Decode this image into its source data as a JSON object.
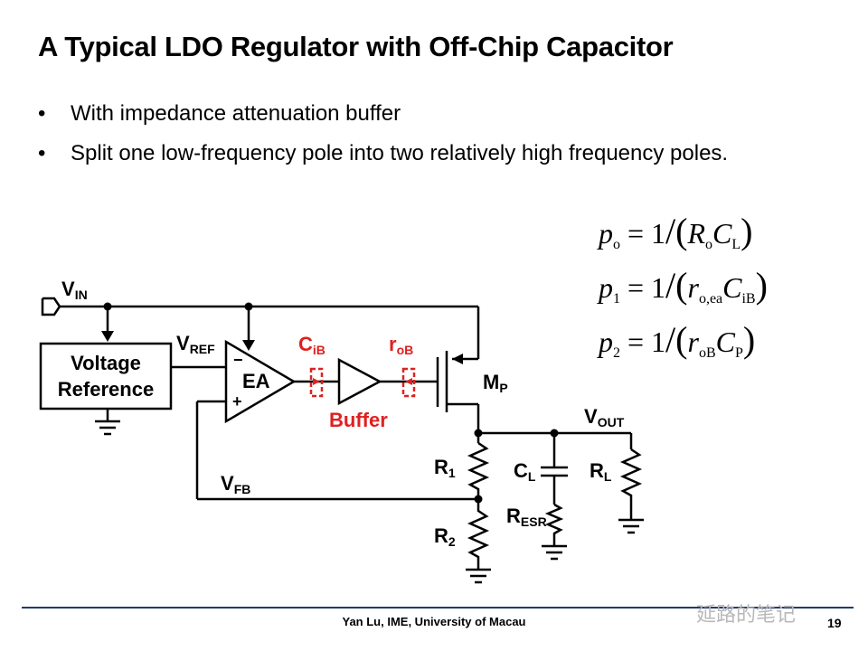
{
  "title": "A Typical LDO Regulator with Off-Chip Capacitor",
  "bullets": [
    "With impedance attenuation buffer",
    "Split one low-frequency pole into two relatively high frequency poles."
  ],
  "equations": {
    "p0": {
      "lhs_main": "p",
      "lhs_sub": "o",
      "one": "1",
      "r_main": "R",
      "r_sub": "o",
      "c_main": "C",
      "c_sub": "L"
    },
    "p1": {
      "lhs_main": "p",
      "lhs_sub": "1",
      "one": "1",
      "r_main": "r",
      "r_sub": "o,ea",
      "c_main": "C",
      "c_sub": "iB"
    },
    "p2": {
      "lhs_main": "p",
      "lhs_sub": "2",
      "one": "1",
      "r_main": "r",
      "r_sub": "oB",
      "c_main": "C",
      "c_sub": "P"
    }
  },
  "circuit": {
    "vin": {
      "main": "V",
      "sub": "IN"
    },
    "vref": {
      "main": "V",
      "sub": "REF"
    },
    "vfb": {
      "main": "V",
      "sub": "FB"
    },
    "vout": {
      "main": "V",
      "sub": "OUT"
    },
    "voltage_reference": [
      "Voltage",
      "Reference"
    ],
    "ea": "EA",
    "minus": "−",
    "plus": "+",
    "cib": {
      "main": "C",
      "sub": "iB"
    },
    "rob": {
      "main": "r",
      "sub": "oB"
    },
    "buffer": "Buffer",
    "mp": {
      "main": "M",
      "sub": "P"
    },
    "r1": {
      "main": "R",
      "sub": "1"
    },
    "r2": {
      "main": "R",
      "sub": "2"
    },
    "cl": {
      "main": "C",
      "sub": "L"
    },
    "resr": {
      "main": "R",
      "sub": "ESR"
    },
    "rl": {
      "main": "R",
      "sub": "L"
    }
  },
  "footer": "Yan Lu, IME, University of Macau",
  "page_number": "19",
  "watermark": "延路的笔记",
  "colors": {
    "accent_red": "#e02020",
    "footer_line": "#1f3b6e"
  }
}
